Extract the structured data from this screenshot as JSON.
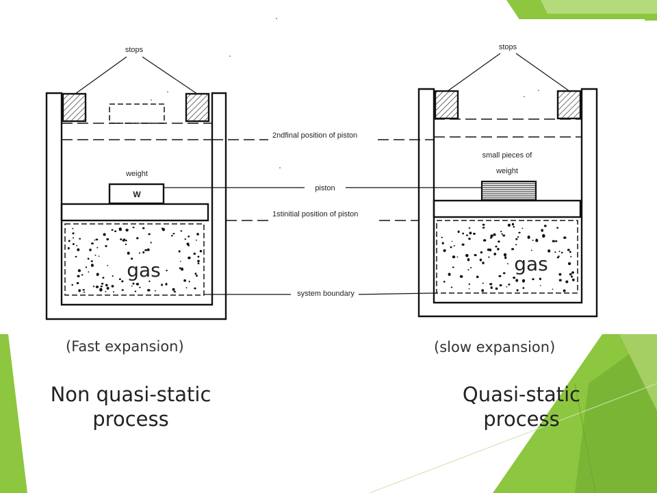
{
  "colors": {
    "accent_green": "#8dc63f",
    "accent_green_dark": "#6fa52b",
    "accent_green_light": "#b5da7a",
    "line": "#111111"
  },
  "labels": {
    "stops_left": "stops",
    "stops_right": "stops",
    "weight": "weight",
    "weight_symbol": "W",
    "small_pieces_line1": "small pieces of",
    "small_pieces_line2": "weight",
    "final_position_sup": "2nd",
    "final_position": "final position of piston",
    "piston": "piston",
    "initial_position_sup": "1st",
    "initial_position": "initial position of piston",
    "system_boundary": "system boundary",
    "gas_left": "gas",
    "gas_right": "gas"
  },
  "captions": {
    "left": "(Fast expansion)",
    "right": "(slow expansion)"
  },
  "titles": {
    "left_line1": "Non quasi-static",
    "left_line2": "process",
    "right_line1": "Quasi-static",
    "right_line2": "process"
  }
}
